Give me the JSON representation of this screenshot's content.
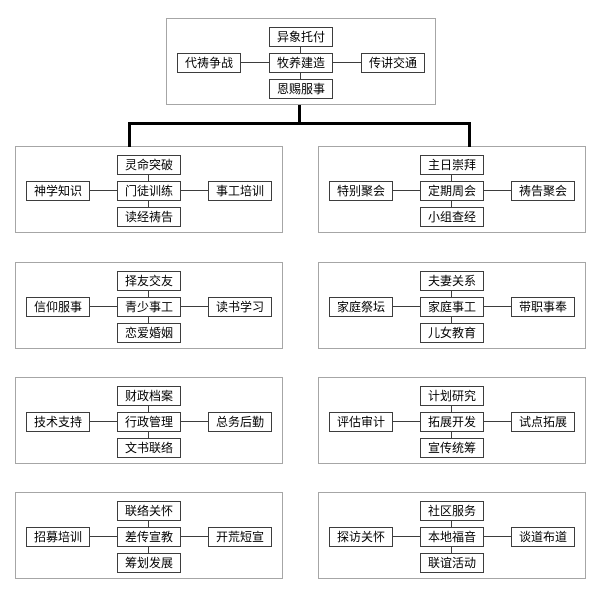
{
  "groups": [
    {
      "top": "异象托付",
      "left": "代祷争战",
      "center": "牧养建造",
      "right": "传讲交通",
      "bottom": "恩赐服事"
    },
    {
      "top": "灵命突破",
      "left": "神学知识",
      "center": "门徒训练",
      "right": "事工培训",
      "bottom": "读经祷告"
    },
    {
      "top": "主日崇拜",
      "left": "特别聚会",
      "center": "定期周会",
      "right": "祷告聚会",
      "bottom": "小组查经"
    },
    {
      "top": "择友交友",
      "left": "信仰服事",
      "center": "青少事工",
      "right": "读书学习",
      "bottom": "恋爱婚姻"
    },
    {
      "top": "夫妻关系",
      "left": "家庭祭坛",
      "center": "家庭事工",
      "right": "带职事奉",
      "bottom": "儿女教育"
    },
    {
      "top": "财政档案",
      "left": "技术支持",
      "center": "行政管理",
      "right": "总务后勤",
      "bottom": "文书联络"
    },
    {
      "top": "计划研究",
      "left": "评估审计",
      "center": "拓展开发",
      "right": "试点拓展",
      "bottom": "宣传统筹"
    },
    {
      "top": "联络关怀",
      "left": "招募培训",
      "center": "差传宣教",
      "right": "开荒短宣",
      "bottom": "筹划发展"
    },
    {
      "top": "社区服务",
      "left": "探访关怀",
      "center": "本地福音",
      "right": "谈道布道",
      "bottom": "联谊活动"
    }
  ]
}
